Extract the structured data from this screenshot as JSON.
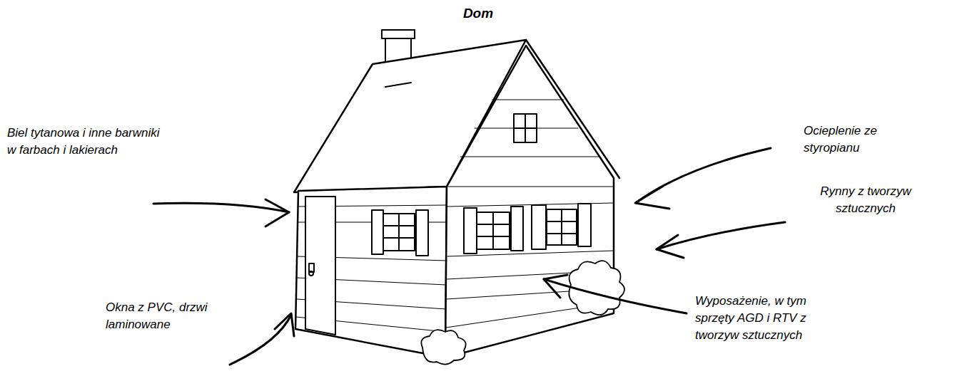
{
  "diagram": {
    "title": "Dom",
    "labels": [
      "Ocieplenie ze styropianu",
      "Biel tytanowa i inne barwniki w farbach i lakierach",
      "Rynny z tworzyw sztucznych",
      "Okna z PVC, drzwi laminowane",
      "Wyposażenie, w tym sprzęty AGD i RTV z tworzyw sztucznych"
    ]
  }
}
